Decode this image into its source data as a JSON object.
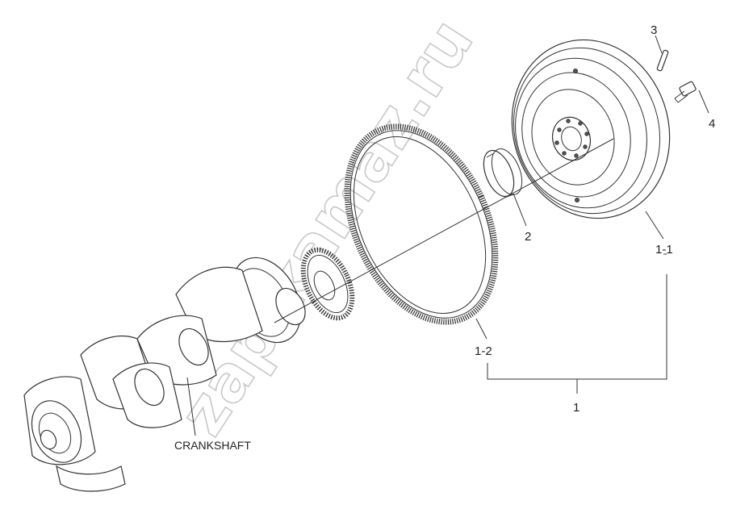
{
  "callouts": {
    "part_3": "3",
    "part_4": "4",
    "part_2": "2",
    "part_1_1": "1-1",
    "part_1_2": "1-2",
    "part_1": "1",
    "crankshaft": "CRANKSHAFT"
  },
  "watermark": "zap-kamaz.ru"
}
